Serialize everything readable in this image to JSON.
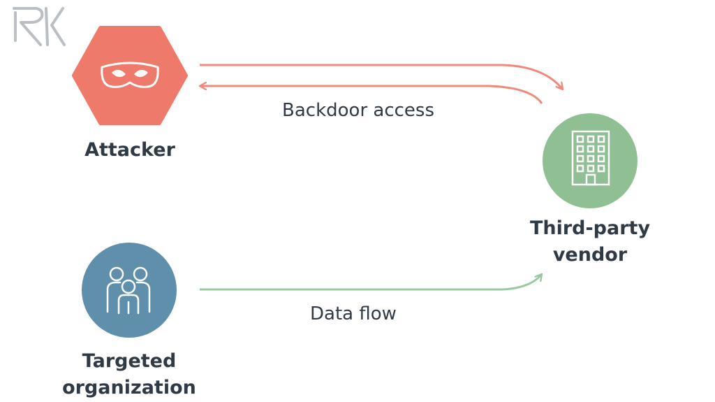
{
  "nodes": {
    "attacker": {
      "label": "Attacker",
      "color": "#ee7a6b",
      "icon": "mask-icon"
    },
    "vendor": {
      "label_line1": "Third-party",
      "label_line2": "vendor",
      "color": "#8fbf93",
      "icon": "building-icon"
    },
    "target": {
      "label_line1": "Targeted",
      "label_line2": "organization",
      "color": "#5f8faa",
      "icon": "people-icon"
    }
  },
  "edges": {
    "backdoor": {
      "label": "Backdoor access",
      "color": "#ee8a7c"
    },
    "data_flow": {
      "label": "Data flow",
      "color": "#9ac9a0"
    }
  },
  "logo": {
    "text": "RK",
    "color": "#b9bfc4"
  }
}
